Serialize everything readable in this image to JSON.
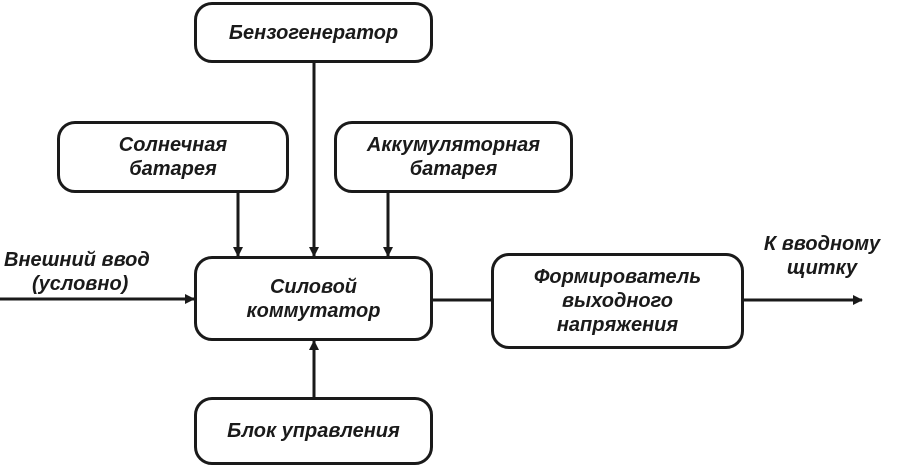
{
  "blocks": {
    "generator": {
      "line1": "Бензогенератор"
    },
    "solar": {
      "line1": "Солнечная",
      "line2": "батарея"
    },
    "battery": {
      "line1": "Аккумуляторная",
      "line2": "батарея"
    },
    "switch": {
      "line1": "Силовой",
      "line2": "коммутатор"
    },
    "shaper": {
      "line1": "Формирователь",
      "line2": "выходного",
      "line3": "напряжения"
    },
    "control": {
      "line1": "Блок управления"
    }
  },
  "labels": {
    "external_input": {
      "line1": "Внешний ввод",
      "line2": "(условно)"
    },
    "output": {
      "line1": "К вводному",
      "line2": "щитку"
    }
  },
  "colors": {
    "stroke": "#1a1a1a",
    "background": "#ffffff"
  }
}
